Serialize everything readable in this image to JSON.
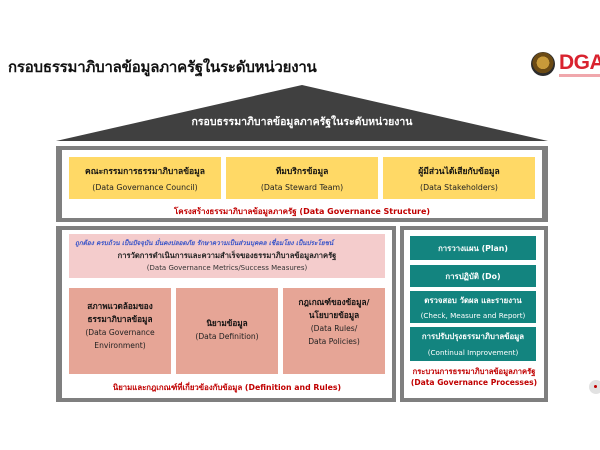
{
  "page_title": "กรอบธรรมาภิบาลข้อมูลภาครัฐในระดับหน่วยงาน",
  "logo": {
    "text": "DGA"
  },
  "roof": {
    "label": "กรอบธรรมาภิบาลข้อมูลภาครัฐในระดับหน่วยงาน",
    "color": "#404040"
  },
  "structure": {
    "boxes": [
      {
        "th": "คณะกรรมการธรรมาภิบาลข้อมูล",
        "en": "(Data Governance Council)"
      },
      {
        "th": "ทีมบริกรข้อมูล",
        "en": "(Data Steward Team)"
      },
      {
        "th": "ผู้มีส่วนได้เสียกับข้อมูล",
        "en": "(Data Stakeholders)"
      }
    ],
    "label": "โครงสร้างธรรมาภิบาลข้อมูลภาครัฐ (Data Governance Structure)"
  },
  "metrics": {
    "attributes": "ถูกต้อง  ครบถ้วน  เป็นปัจจุบัน  มั่นคงปลอดภัย  รักษาความเป็นส่วนบุคคล  เชื่อมโยง  เป็นประโยชน์",
    "th": "การวัดการดำเนินการและความสำเร็จของธรรมาภิบาลข้อมูลภาครัฐ",
    "en": "(Data Governance Metrics/Success Measures)"
  },
  "rules": {
    "boxes": [
      {
        "th1": "สภาพแวดล้อมของ",
        "th2": "ธรรมาภิบาลข้อมูล",
        "en1": "(Data Governance",
        "en2": "Environment)"
      },
      {
        "th1": "นิยามข้อมูล",
        "en1": "(Data Definition)"
      },
      {
        "th1": "กฎเกณฑ์ของข้อมูล/",
        "th2": "นโยบายข้อมูล",
        "en1": "(Data Rules/",
        "en2": "Data Policies)"
      }
    ],
    "label": "นิยามและกฎเกณฑ์ที่เกี่ยวข้องกับข้อมูล (Definition and Rules)"
  },
  "processes": {
    "boxes": [
      {
        "th": "การวางแผน (Plan)"
      },
      {
        "th": "การปฏิบัติ (Do)"
      },
      {
        "th": "ตรวจสอบ วัดผล และรายงาน",
        "en": "(Check, Measure and Report)"
      },
      {
        "th": "การปรับปรุงธรรมาภิบาลข้อมูล",
        "en": "(Continual Improvement)"
      }
    ],
    "label1": "กระบวนการธรรมาภิบาลข้อมูลภาครัฐ",
    "label2": "(Data Governance Processes)"
  },
  "colors": {
    "accent_red": "#c00000",
    "structure_yellow": "#ffd966",
    "metrics_pink": "#f4cccc",
    "rules_salmon": "#e6a596",
    "process_teal": "#13847f",
    "frame_gray": "#7f7f7f"
  }
}
